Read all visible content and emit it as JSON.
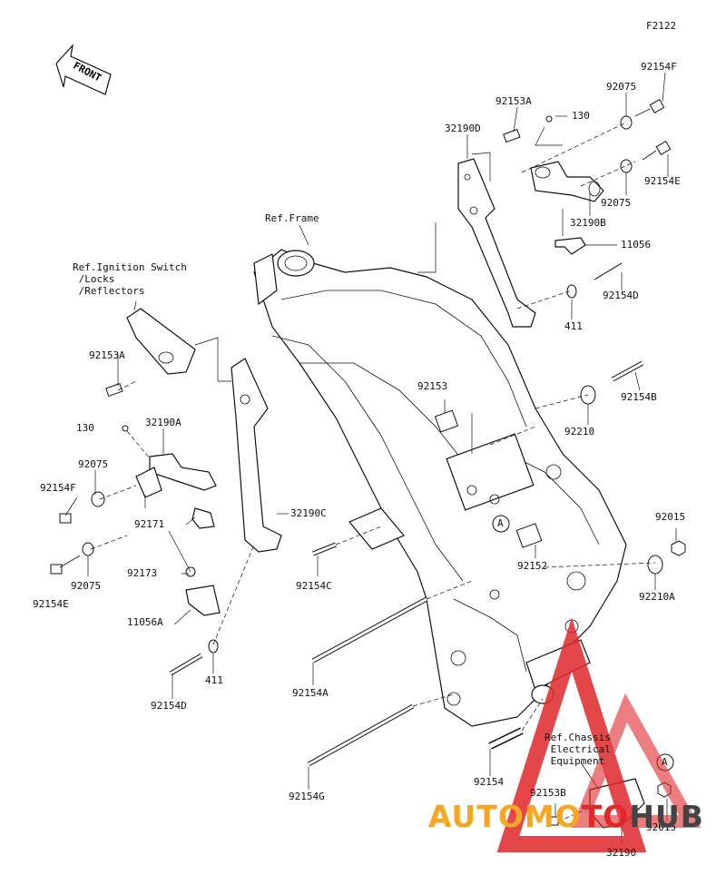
{
  "diagram_code": "F2122",
  "front_label": "FRONT",
  "refs": {
    "frame": "Ref.Frame",
    "ignition": "Ref.Ignition Switch\n /Locks\n /Reflectors",
    "chassis": "Ref.Chassis\n Electrical\n Equipment"
  },
  "parts": {
    "p92154F_r": "92154F",
    "p92075_r1": "92075",
    "p92153A_r": "92153A",
    "p130_r": "130",
    "p32190D": "32190D",
    "p92154E_r": "92154E",
    "p92075_r2": "92075",
    "p32190B": "32190B",
    "p11056": "11056",
    "p92154D_r": "92154D",
    "p411_r": "411",
    "p92154B": "92154B",
    "p92153": "92153",
    "p92210": "92210",
    "p92153A_l": "92153A",
    "p130_l": "130",
    "p32190A": "32190A",
    "p92075_l1": "92075",
    "p92154F_l": "92154F",
    "p32190C": "32190C",
    "p92171": "92171",
    "p92154E_l": "92154E",
    "p92075_l2": "92075",
    "p92173": "92173",
    "p11056A": "11056A",
    "p92154D_l": "92154D",
    "p411_l": "411",
    "p92154C": "92154C",
    "p92152": "92152",
    "p92015_r": "92015",
    "p92210A": "92210A",
    "p92154A": "92154A",
    "p92154": "92154",
    "p92154G": "92154G",
    "p92153B": "92153B",
    "p92015_b": "92015",
    "p32190": "32190",
    "callout_a1": "A",
    "callout_a2": "A"
  },
  "watermark": {
    "part1": "AUTOMO",
    "part2": "TO",
    "part3": "HUB",
    "color_orange": "#f5a623",
    "color_red": "#e0282b",
    "color_dark": "#444444"
  }
}
